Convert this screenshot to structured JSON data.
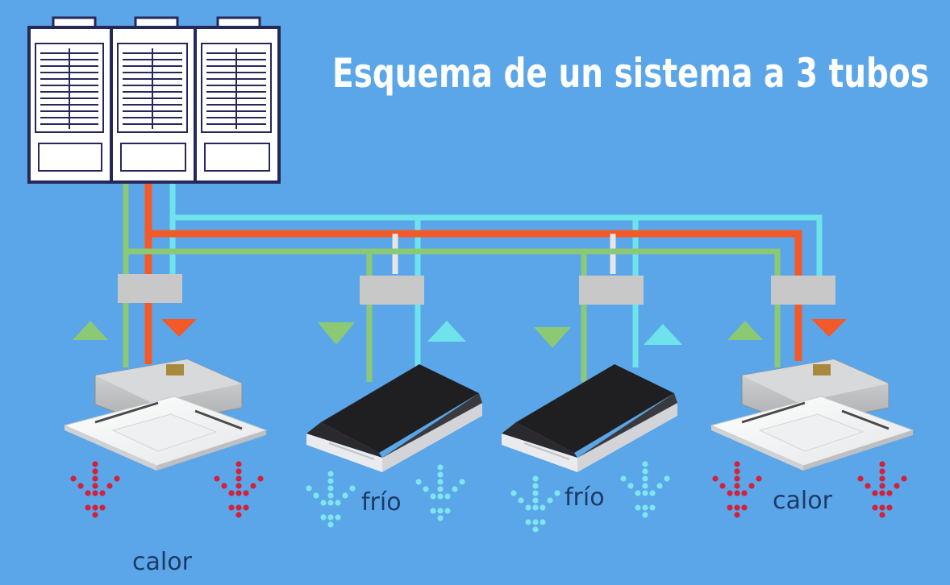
{
  "title": "Esquema de un sistema a 3 tubos",
  "labels": {
    "calor_left": "calor",
    "frio_1": "frío",
    "frio_2": "frío",
    "calor_right": "calor"
  },
  "colors": {
    "background": "#5ba6e8",
    "gas_line": "#8cc975",
    "hot_line": "#f4592a",
    "cold_line": "#6ee3ec",
    "heat_dots": "#d3213a",
    "cold_dots": "#7ee6ee",
    "outdoor_unit_outline": "#27285a"
  }
}
